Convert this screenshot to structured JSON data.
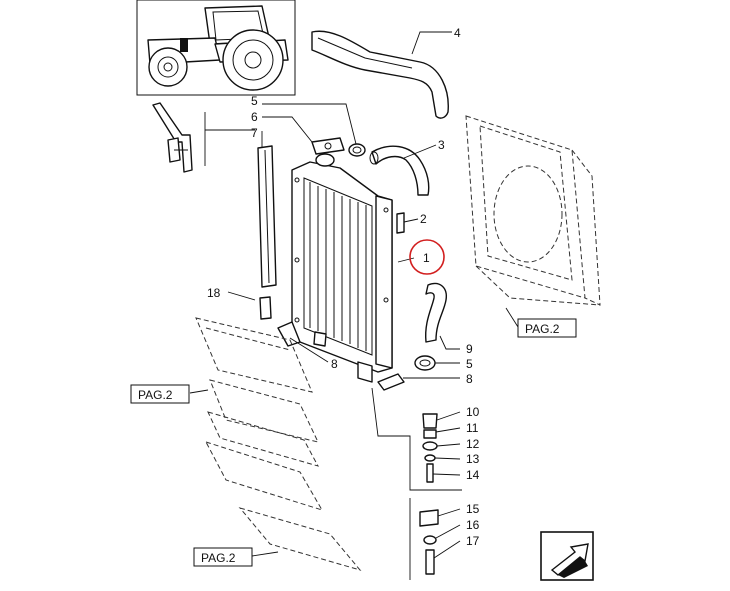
{
  "diagram": {
    "part_numbers": [
      "1",
      "2",
      "3",
      "4",
      "5",
      "6",
      "7",
      "8",
      "9",
      "10",
      "11",
      "12",
      "13",
      "14",
      "15",
      "16",
      "17",
      "18"
    ],
    "labels": {
      "p1": "1",
      "p2": "2",
      "p3": "3",
      "p4": "4",
      "p5a": "5",
      "p5b": "5",
      "p6": "6",
      "p7": "7",
      "p8a": "8",
      "p8b": "8",
      "p9": "9",
      "p10": "10",
      "p11": "11",
      "p12": "12",
      "p13": "13",
      "p14": "14",
      "p15": "15",
      "p16": "16",
      "p17": "17",
      "p18": "18"
    },
    "page_refs": {
      "right": "PAG.2",
      "left": "PAG.2",
      "bottom": "PAG.2"
    },
    "highlight_part": "1",
    "highlight_color": "#d21f1f"
  }
}
